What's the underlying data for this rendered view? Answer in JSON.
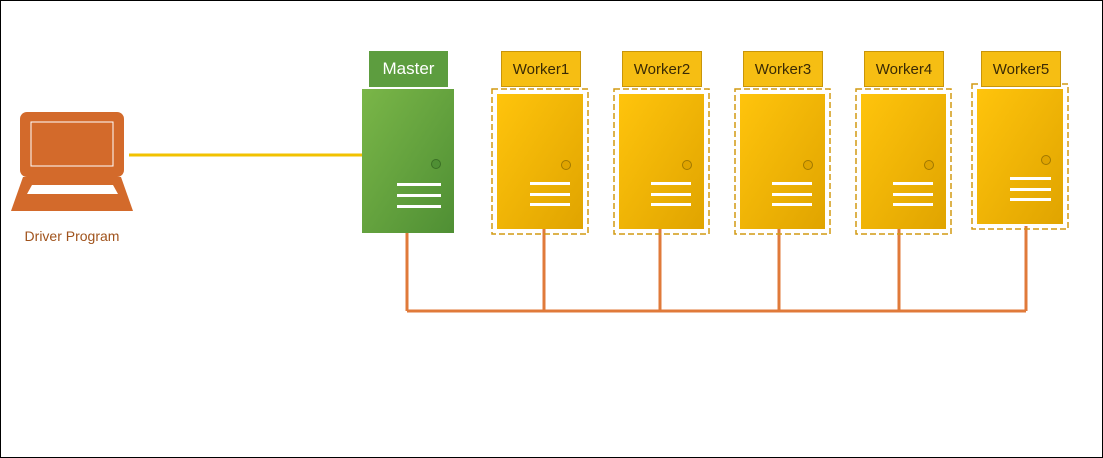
{
  "driver": {
    "label": "Driver Program"
  },
  "master": {
    "label": "Master"
  },
  "workers": [
    {
      "label": "Worker1"
    },
    {
      "label": "Worker2"
    },
    {
      "label": "Worker3"
    },
    {
      "label": "Worker4"
    },
    {
      "label": "Worker5"
    }
  ],
  "colors": {
    "master": "#5d9d3f",
    "worker": "#f6be13",
    "driver": "#d36a2b",
    "driver_link": "#f2c200",
    "cluster_bus": "#e07a3a"
  }
}
